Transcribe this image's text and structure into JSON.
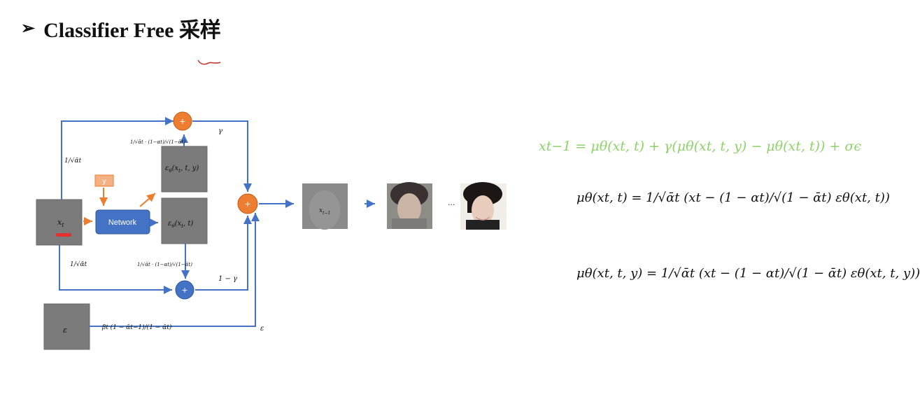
{
  "title": {
    "bullet": "➢",
    "text": "Classifier Free 采样"
  },
  "diagram": {
    "network_label": "Network",
    "y_label": "y",
    "x_t": "x",
    "x_t_sub": "t",
    "x_tm1": "x",
    "x_tm1_sub": "t−1",
    "eps_box": "ε",
    "eps_cond": "ε",
    "eps_cond_args": "(x",
    "eps_cond_args2": ", t, y)",
    "eps_uncond": "ε",
    "eps_uncond_args": "(x",
    "eps_uncond_args2": ", t)",
    "plus": "+",
    "gamma": "γ",
    "one_minus_gamma": "1 − γ",
    "epsilon_label": "ε",
    "ellipsis": "···",
    "coef_top": "1/√ᾱt",
    "coef_bottom": "1/√ᾱt",
    "coef_small_top": "1/√ᾱt · (1−αt)/√(1−ᾱt)",
    "coef_small_bottom": "1/√ᾱt · (1−αt)/√(1−ᾱt)",
    "beta_coef": "βt (1 − ᾱt−1)/(1 − ᾱt)"
  },
  "equations": {
    "main": "xt−1 = μθ(xt, t) + γ(μθ(xt, t, y) − μθ(xt, t)) + σϵ",
    "mu_uncond": "μθ(xt, t) = 1/√ᾱt (xt − (1 − αt)/√(1 − ᾱt) εθ(xt, t))",
    "mu_cond": "μθ(xt, t, y) = 1/√ᾱt (xt − (1 − αt)/√(1 − ᾱt) εθ(xt, t, y))"
  },
  "colors": {
    "arrow_blue": "#4472c4",
    "orange": "#ed7d31",
    "network_blue": "#4472c4",
    "equation_green": "#8fd16a",
    "annotation_red": "#c0392b"
  }
}
